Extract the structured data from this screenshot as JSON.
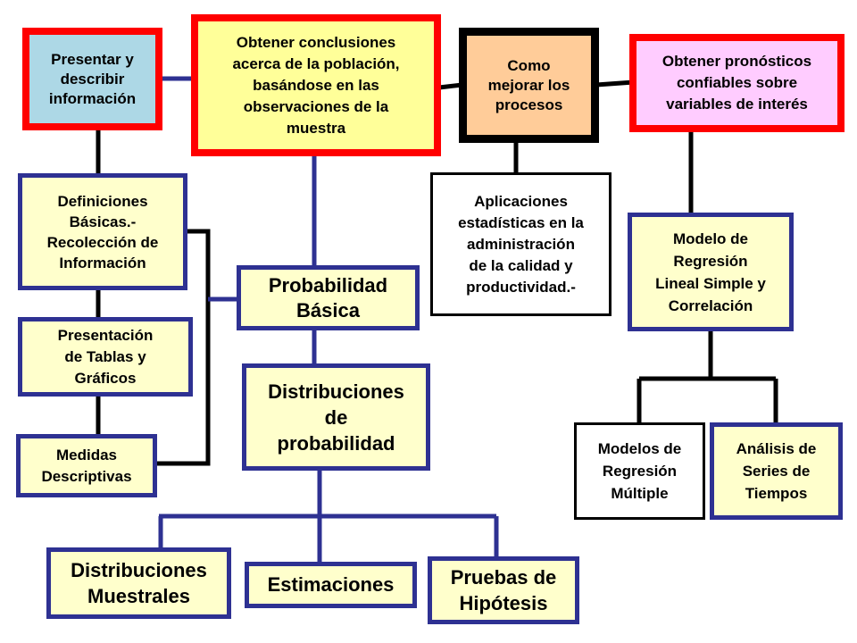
{
  "colors": {
    "red_border": "#ff0000",
    "navy_border": "#2e3192",
    "black_border": "#000000",
    "cream_fill": "#ffffcc",
    "light_blue_fill": "#add8e6",
    "peach_fill": "#ffcc99",
    "pink_fill": "#ffccff"
  },
  "nodes": {
    "presentar": "Presentar y\ndescribir\ninformación",
    "conclusiones": "Obtener conclusiones\nacerca de la población,\nbasándose en las\nobservaciones de la\nmuestra",
    "mejorar": "Como\nmejorar los\nprocesos",
    "pronosticos": "Obtener pronósticos\nconfiables sobre\nvariables de interés",
    "definiciones": "Definiciones\nBásicas.-\nRecolección de\nInformación",
    "aplicaciones": "Aplicaciones\nestadísticas en la\nadministración\nde la calidad y\nproductividad.-",
    "modelo_regresion": "Modelo de\nRegresión\nLineal Simple y\nCorrelación",
    "probabilidad": "Probabilidad\nBásica",
    "presentacion": "Presentación\nde Tablas y\nGráficos",
    "distribuciones": "Distribuciones\nde\nprobabilidad",
    "medidas": "Medidas\nDescriptivas",
    "multiple": "Modelos de\nRegresión\nMúltiple",
    "series": "Análisis de\nSeries de\nTiempos",
    "muestrales": "Distribuciones\nMuestrales",
    "estimaciones": "Estimaciones",
    "hipotesis": "Pruebas de\nHipótesis"
  }
}
